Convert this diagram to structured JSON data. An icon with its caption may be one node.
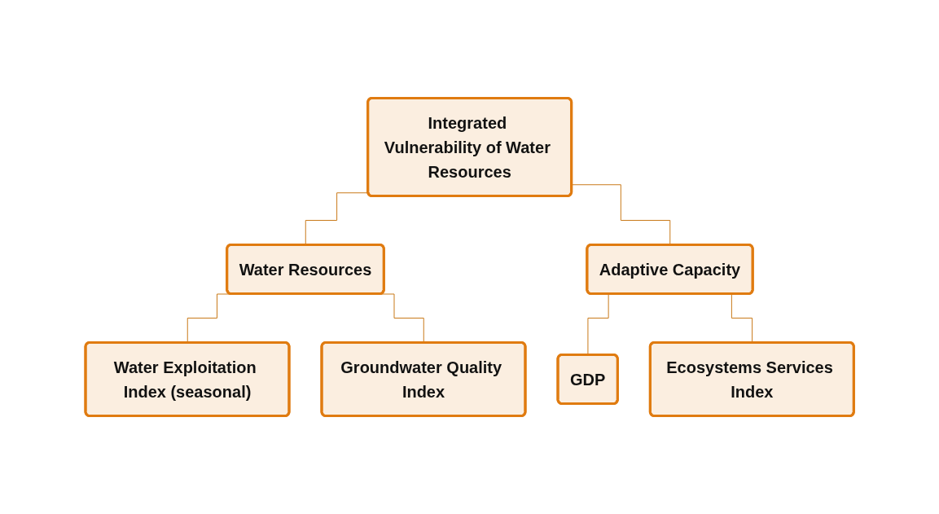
{
  "diagram": {
    "nodes": [
      {
        "text": [
          "Integrated Vulnerability of Water Resources"
        ]
      },
      {
        "text": [
          "Water Resources"
        ]
      },
      {
        "text": [
          "Adaptive Capacity"
        ]
      },
      {
        "text": [
          "Water Exploitation Index (seasonal)"
        ]
      },
      {
        "text": [
          "Groundwater Quality Index"
        ]
      },
      {
        "text": [
          "GDP"
        ]
      },
      {
        "text": [
          "Ecosystems Services Index"
        ]
      }
    ],
    "edges": [
      {
        "from": 0,
        "to": 1,
        "arrow": "none"
      },
      {
        "from": 0,
        "to": 2,
        "arrow": "none"
      },
      {
        "from": 1,
        "to": 3,
        "arrow": "none"
      },
      {
        "from": 1,
        "to": 4,
        "arrow": "none"
      },
      {
        "from": 2,
        "to": 5,
        "arrow": "none"
      },
      {
        "from": 2,
        "to": 6,
        "arrow": "none"
      }
    ]
  }
}
